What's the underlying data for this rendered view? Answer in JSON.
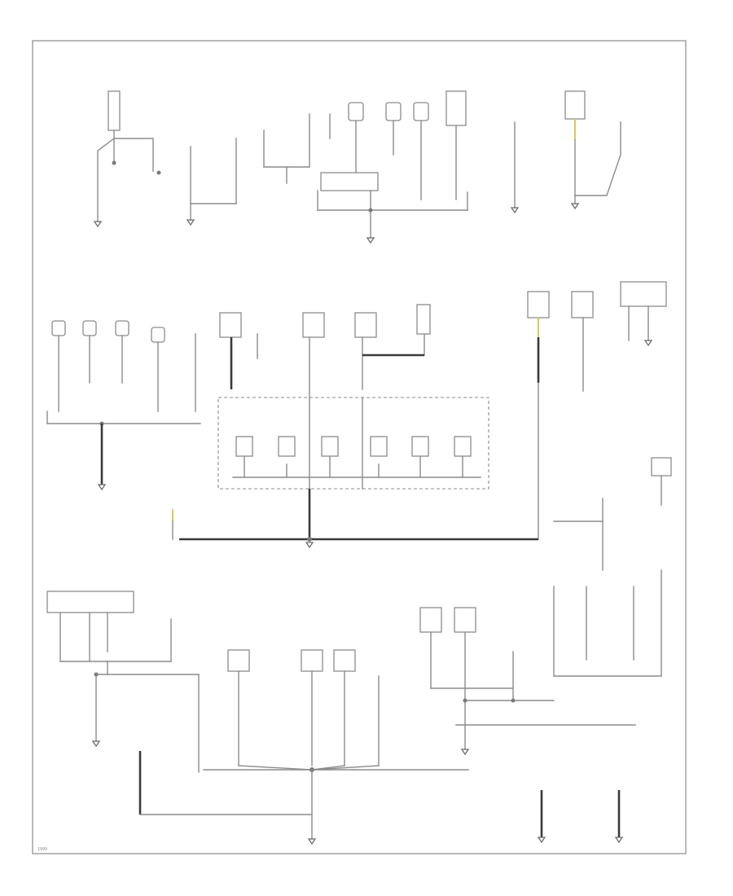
{
  "diagram": {
    "footer_code": "1999",
    "colors": {
      "wire": "#8c8c8c",
      "ground_trunk": "#3a3a3a",
      "wire_highlight": "#d8c860",
      "background": "#ffffff"
    },
    "symbols": [
      "component-box",
      "splice-dot",
      "ground-arrow",
      "shielded-enclosure"
    ]
  }
}
